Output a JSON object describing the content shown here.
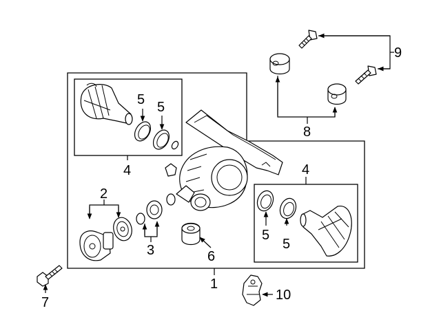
{
  "callouts": {
    "c1": "1",
    "c2": "2",
    "c3": "3",
    "c4_left": "4",
    "c4_right": "4",
    "c5_a": "5",
    "c5_b": "5",
    "c5_c": "5",
    "c5_d": "5",
    "c6": "6",
    "c7": "7",
    "c8": "8",
    "c9": "9",
    "c10": "10"
  },
  "parts": [
    {
      "callout": "1",
      "icon": "differential-housing-icon"
    },
    {
      "callout": "2",
      "icon": "drive-flange-icon"
    },
    {
      "callout": "3",
      "icon": "washer-icon"
    },
    {
      "callout": "4",
      "icon": "cv-joint-boot-kit-icon"
    },
    {
      "callout": "5",
      "icon": "snap-ring-icon"
    },
    {
      "callout": "6",
      "icon": "bushing-icon"
    },
    {
      "callout": "7",
      "icon": "bolt-icon"
    },
    {
      "callout": "8",
      "icon": "mount-bushing-icon"
    },
    {
      "callout": "9",
      "icon": "mount-bolt-icon"
    },
    {
      "callout": "10",
      "icon": "mount-bracket-icon"
    }
  ]
}
